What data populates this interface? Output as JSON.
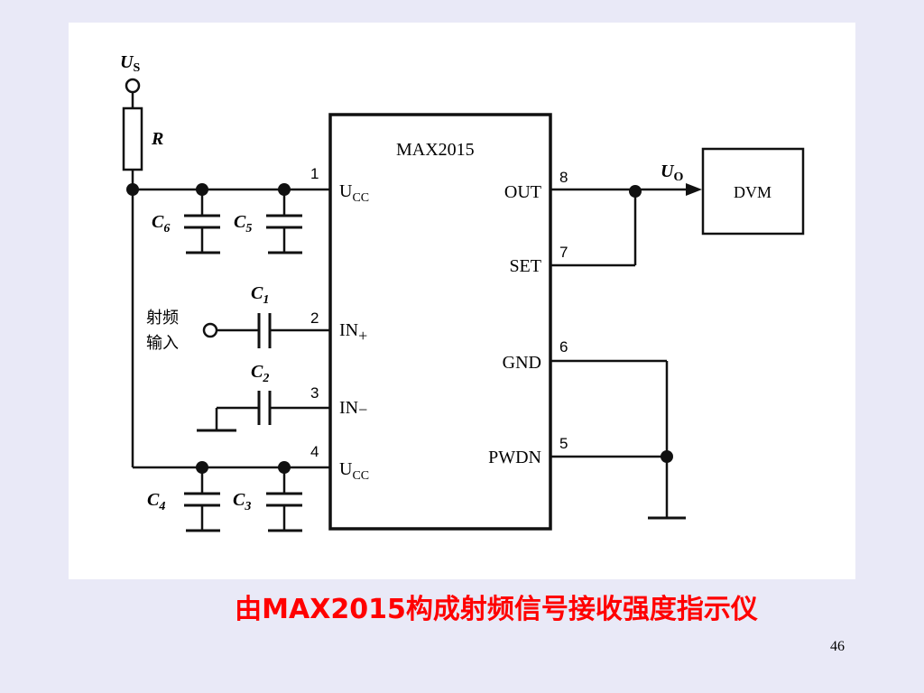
{
  "diagram": {
    "chip_name": "MAX2015",
    "left_pins": [
      {
        "number": "1",
        "label": "U",
        "sub": "CC"
      },
      {
        "number": "2",
        "label": "IN",
        "sub": "+"
      },
      {
        "number": "3",
        "label": "IN",
        "sub": "−"
      },
      {
        "number": "4",
        "label": "U",
        "sub": "CC"
      }
    ],
    "right_pins": [
      {
        "number": "8",
        "label": "OUT"
      },
      {
        "number": "7",
        "label": "SET"
      },
      {
        "number": "6",
        "label": "GND"
      },
      {
        "number": "5",
        "label": "PWDN"
      }
    ],
    "supply": {
      "label": "U",
      "sub": "S"
    },
    "resistor": "R",
    "output": {
      "label": "U",
      "sub": "O"
    },
    "meter": "DVM",
    "rf_input": [
      "射频",
      "输入"
    ],
    "capacitors": {
      "c1": {
        "label": "C",
        "sub": "1"
      },
      "c2": {
        "label": "C",
        "sub": "2"
      },
      "c3": {
        "label": "C",
        "sub": "3"
      },
      "c4": {
        "label": "C",
        "sub": "4"
      },
      "c5": {
        "label": "C",
        "sub": "5"
      },
      "c6": {
        "label": "C",
        "sub": "6"
      }
    }
  },
  "caption": "由MAX2015构成射频信号接收强度指示仪",
  "page_number": "46"
}
